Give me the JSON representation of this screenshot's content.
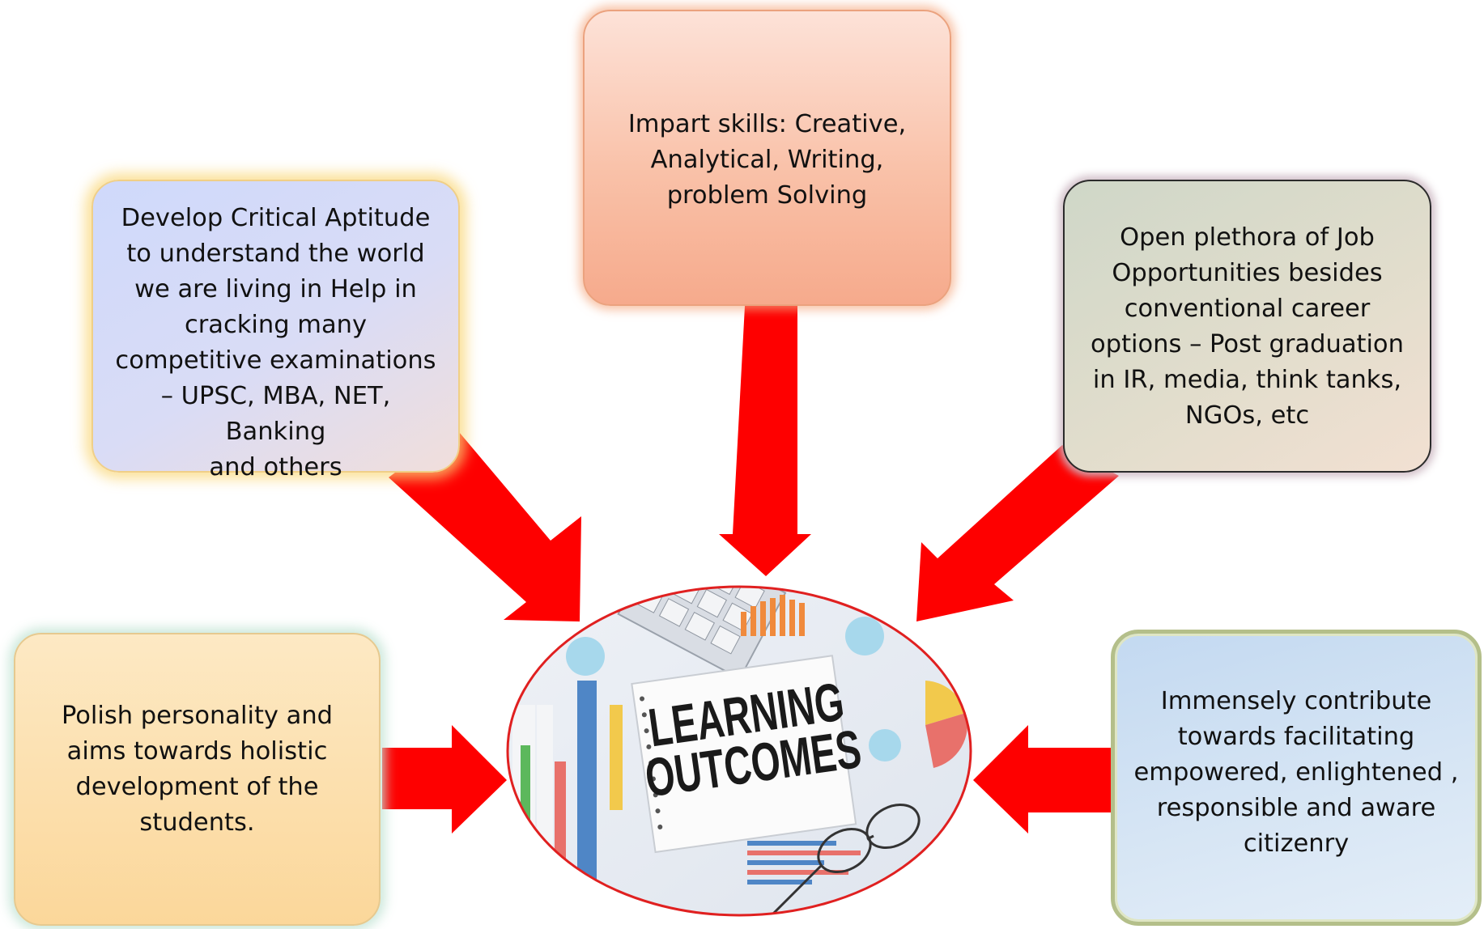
{
  "boxes": {
    "critical": "Develop Critical Aptitude\nto understand the world\nwe are living in   Help in\ncracking many\ncompetitive examinations\n– UPSC, MBA, NET, Banking\nand others",
    "skills": "Impart skills:  Creative,\nAnalytical, Writing,\nproblem Solving",
    "jobs": "Open plethora of Job\nOpportunities besides\nconventional career\noptions  –  Post graduation\nin IR,  media, think tanks,\nNGOs, etc",
    "polish": "Polish personality and\naims towards  holistic\ndevelopment of the\nstudents.",
    "citizenry": "Immensely contribute\ntowards facilitating\nempowered,  enlightened ,\nresponsible and aware\ncitizenry"
  },
  "center": {
    "line1": "LEARNING",
    "line2": "OUTCOMES"
  },
  "colors": {
    "arrow": "#fe0000",
    "ellipse_border": "#e02020"
  }
}
